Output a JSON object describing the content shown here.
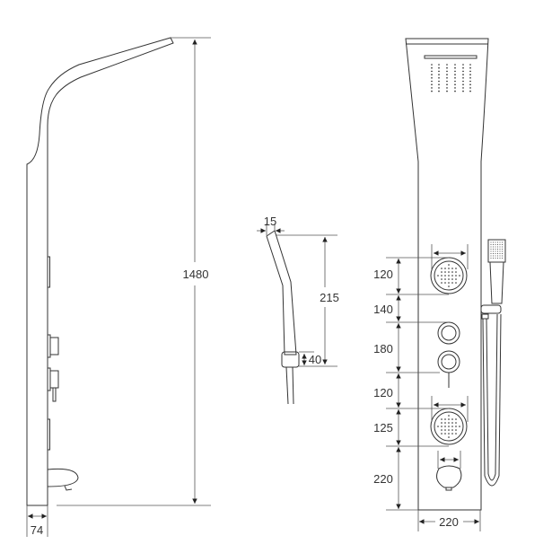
{
  "side_view": {
    "height_label": "1480",
    "depth_label": "74"
  },
  "hand_shower": {
    "width_label": "15",
    "length_label": "215",
    "bracket_label": "40"
  },
  "front_view": {
    "vertical_dims": [
      "120",
      "140",
      "180",
      "120",
      "125",
      "220"
    ],
    "width_label": "220"
  },
  "colors": {
    "line": "#333333",
    "background": "#ffffff"
  }
}
